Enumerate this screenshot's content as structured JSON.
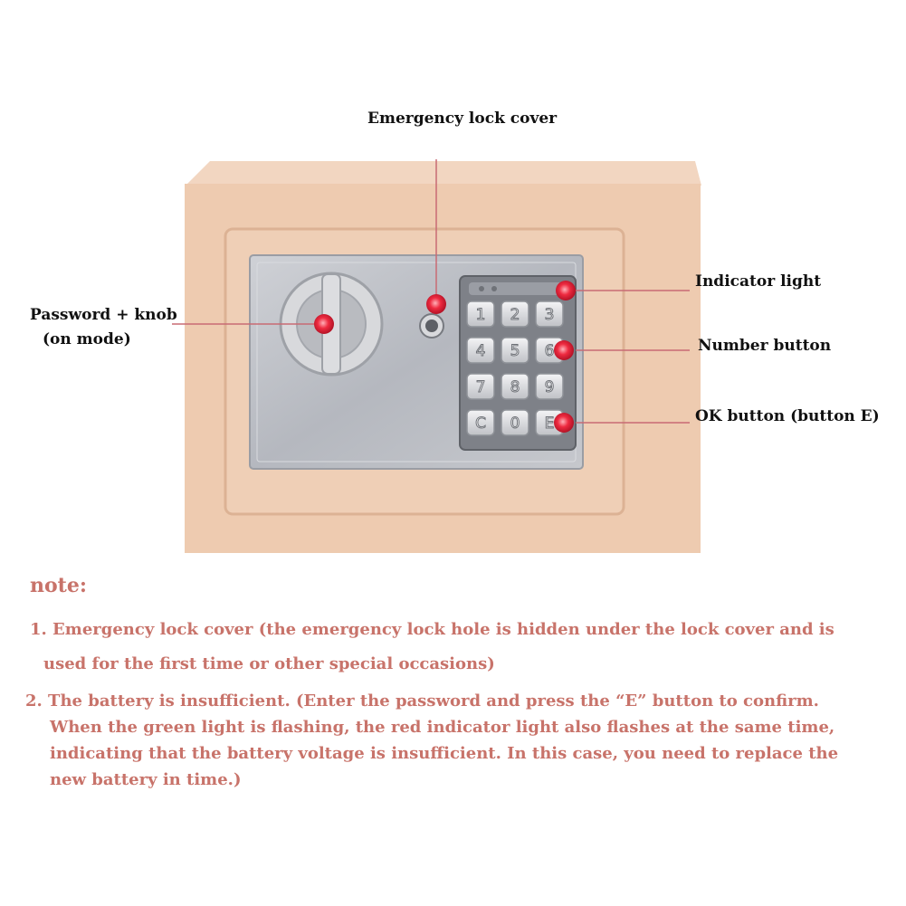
{
  "callouts": {
    "emergency_lock_cover": "Emergency lock cover",
    "password_knob_line1": "Password + knob",
    "password_knob_line2": "(on mode)",
    "indicator_light": "Indicator light",
    "number_button": "Number button",
    "ok_button": "OK button (button E)"
  },
  "keypad": {
    "keys": [
      "1",
      "2",
      "3",
      "4",
      "5",
      "6",
      "7",
      "8",
      "9",
      "C",
      "0",
      "E"
    ]
  },
  "notes": {
    "heading": "note:",
    "item1_line1": "1. Emergency lock cover (the emergency lock hole is hidden under the lock cover and is",
    "item1_line2": "used for the first time or other special occasions)",
    "item2_line1": "2. The battery is insufficient. (Enter the password and press the “E” button to confirm.",
    "item2_line2": "When the green light is flashing, the red indicator light also flashes at the same time,",
    "item2_line3": "indicating that the battery voltage is insufficient. In this case, you need to replace the",
    "item2_line4": "new battery in time.)"
  },
  "colors": {
    "safe_body": "#eecbb0",
    "safe_top": "#f3d8c4",
    "panel": "#b9bcc3",
    "marker": "#e6233a",
    "note_text": "#c8736a"
  }
}
